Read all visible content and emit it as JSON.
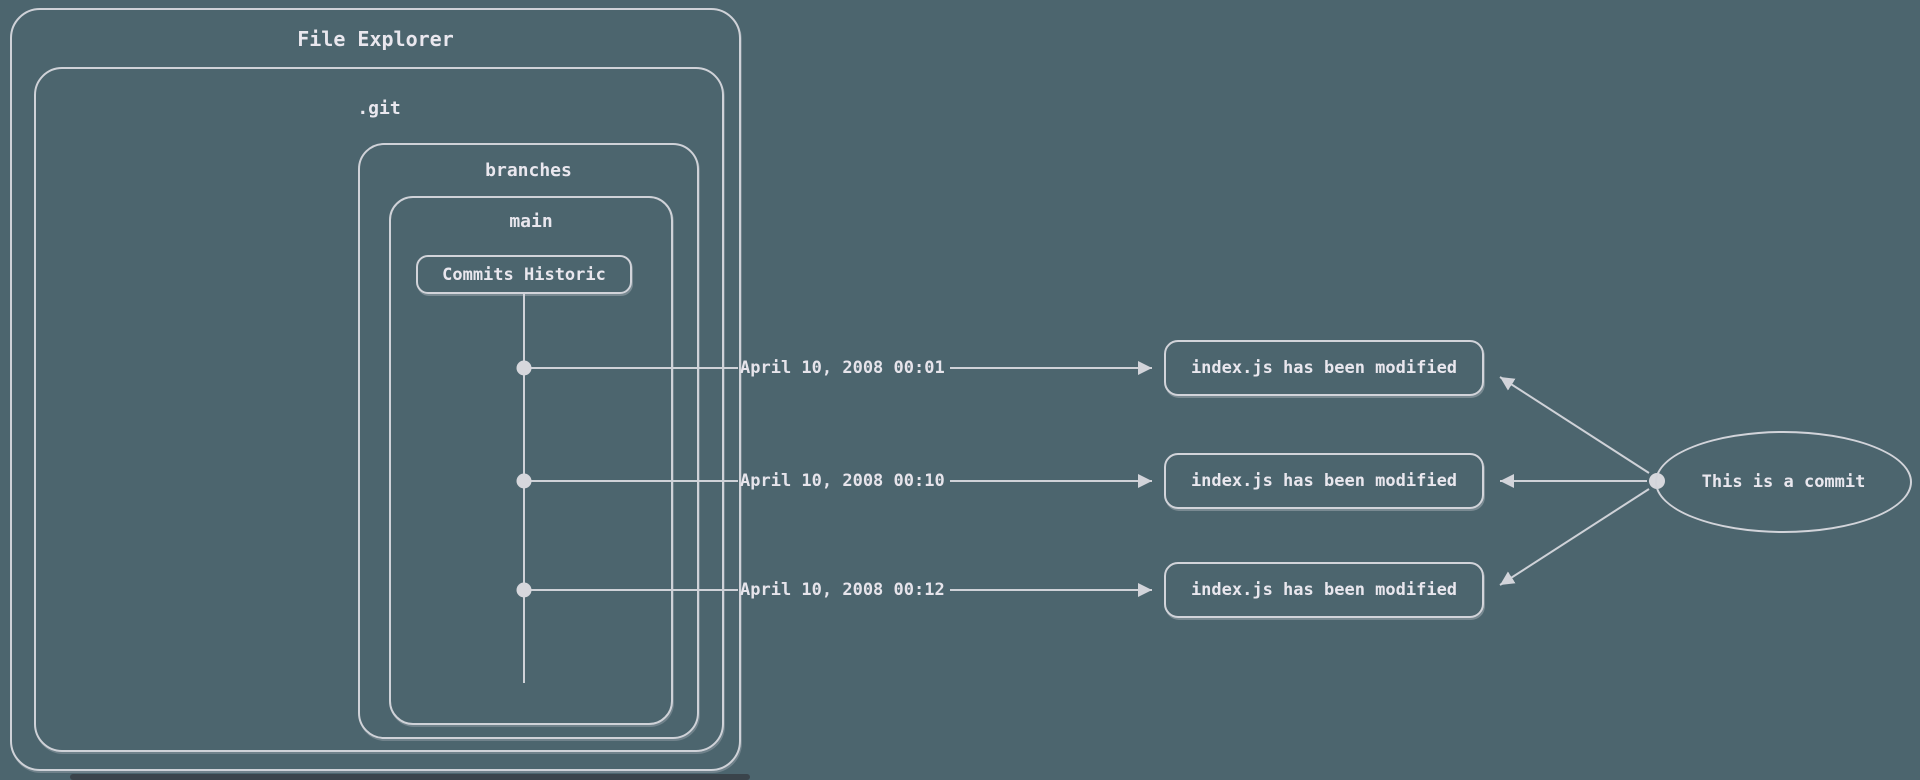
{
  "canvas": {
    "background_color": "#4c656e",
    "stroke_color": "#cfd2d8",
    "text_color": "#e9e7ee",
    "shadow_bar_color": "#3a444b"
  },
  "file_explorer": {
    "title": "File Explorer"
  },
  "git_folder": {
    "label": ".git"
  },
  "branches_folder": {
    "label": "branches"
  },
  "main_branch": {
    "label": "main"
  },
  "commits_historic": {
    "label": "Commits Historic"
  },
  "commits": [
    {
      "date": "April 10, 2008 00:01",
      "message": "index.js has been modified"
    },
    {
      "date": "April 10, 2008 00:10",
      "message": "index.js has been modified"
    },
    {
      "date": "April 10, 2008 00:12",
      "message": "index.js has been modified"
    }
  ],
  "annotation": {
    "label": "This is a commit"
  }
}
